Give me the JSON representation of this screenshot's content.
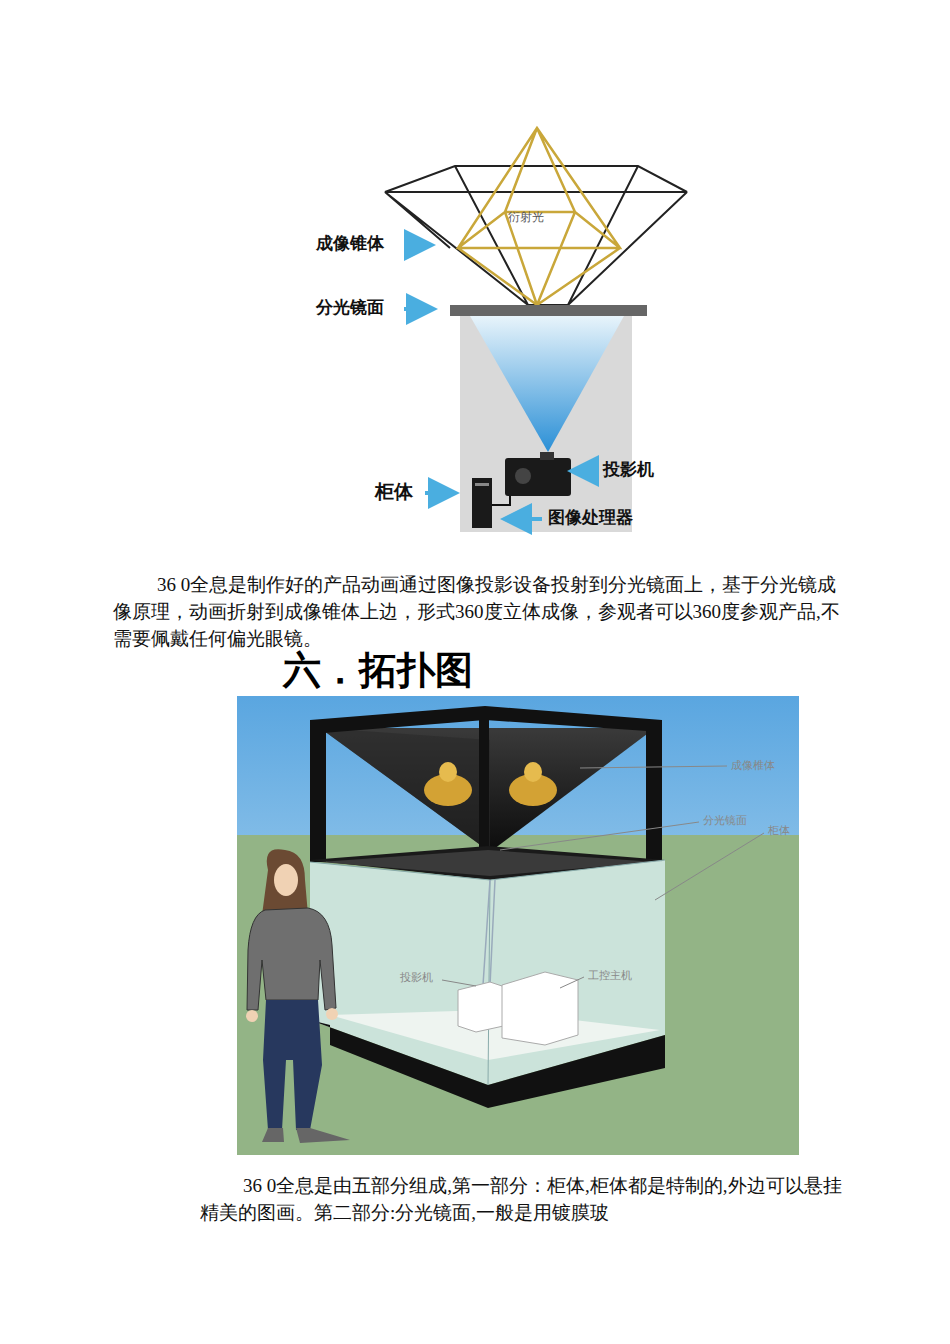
{
  "diagram": {
    "title": "六．拓扑图",
    "labels": [
      "成像锥体",
      "衍射光",
      "分光镜面",
      "投影机",
      "柜体",
      "图像处理器",
      "36 0全息是制作好的产品动画通过图像投影设备投射到分光镜面上，基于分光镜成像原理，动画折射到成像锥体上边，形式360度立体成像，参观者可以360度参观产品,不需要佩戴任何偏光眼镜。",
      "成像椎体",
      "分光镜面",
      "柜体",
      "投影机",
      "工控主机",
      "36 0全息是由五部分组成,第一部分：柜体,柜体都是特制的,外边可以悬挂精美的图画。第二部分:分光镜面,一般是用镀膜玻"
    ]
  }
}
